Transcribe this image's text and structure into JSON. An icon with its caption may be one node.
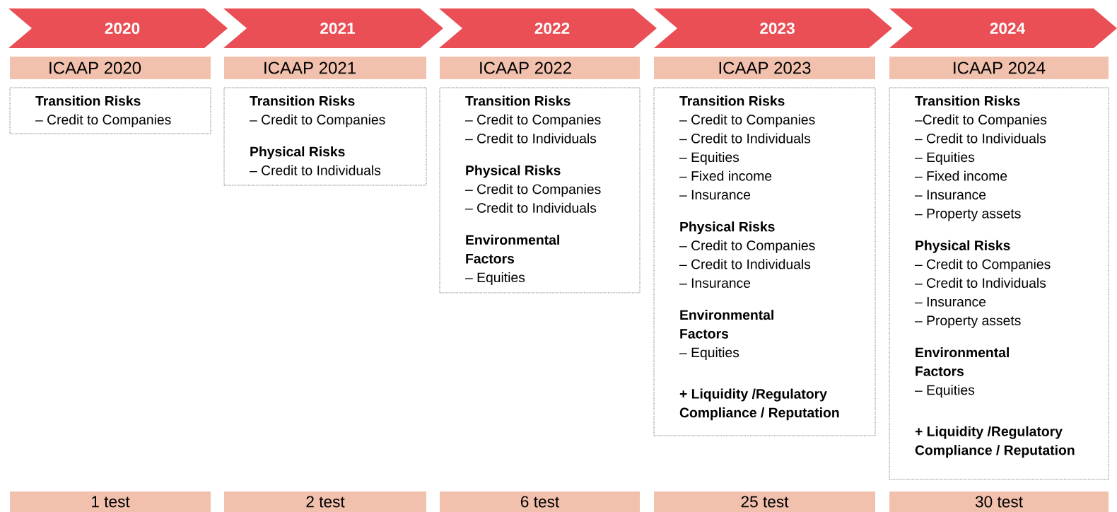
{
  "diagram": {
    "nodes": [
      {
        "text": [
          "2020"
        ]
      },
      {
        "text": [
          "ICAAP 2020"
        ]
      },
      {
        "text": [
          "Transition Risks",
          "– Credit to Companies"
        ]
      },
      {
        "text": [
          "1 test"
        ]
      },
      {
        "text": [
          "2021"
        ]
      },
      {
        "text": [
          "ICAAP 2021"
        ]
      },
      {
        "text": [
          "Transition Risks",
          "– Credit to Companies",
          "Physical Risks",
          "– Credit to Individuals"
        ]
      },
      {
        "text": [
          "2 test"
        ]
      },
      {
        "text": [
          "2022"
        ]
      },
      {
        "text": [
          "ICAAP 2022"
        ]
      },
      {
        "text": [
          "Transition Risks",
          "– Credit to Companies",
          "– Credit to Individuals",
          "Physical Risks",
          "– Credit to Companies",
          "– Credit to Individuals",
          "Environmental Factors",
          "– Equities"
        ]
      },
      {
        "text": [
          "6 test"
        ]
      },
      {
        "text": [
          "2023"
        ]
      },
      {
        "text": [
          "ICAAP 2023"
        ]
      },
      {
        "text": [
          "Transition Risks",
          "– Credit to Companies",
          "– Credit to Individuals",
          "– Equities",
          "– Fixed income",
          "– Insurance",
          "Physical Risks",
          "– Credit to Companies",
          "– Credit to Individuals",
          "– Insurance",
          "Environmental Factors",
          "– Equities",
          "+ Liquidity /Regulatory Compliance / Reputation"
        ]
      },
      {
        "text": [
          "25 test"
        ]
      },
      {
        "text": [
          "2024"
        ]
      },
      {
        "text": [
          "ICAAP 2024"
        ]
      },
      {
        "text": [
          "Transition Risks",
          "–Credit to Companies",
          "– Credit to Individuals",
          "– Equities",
          "– Fixed income",
          "– Insurance",
          "– Property assets",
          "Physical Risks",
          "– Credit to Companies",
          "– Credit to Individuals",
          "– Insurance",
          "– Property assets",
          "Environmental Factors",
          "– Equities",
          "+ Liquidity /Regulatory Compliance / Reputation"
        ]
      },
      {
        "text": [
          "30 test"
        ]
      }
    ]
  }
}
